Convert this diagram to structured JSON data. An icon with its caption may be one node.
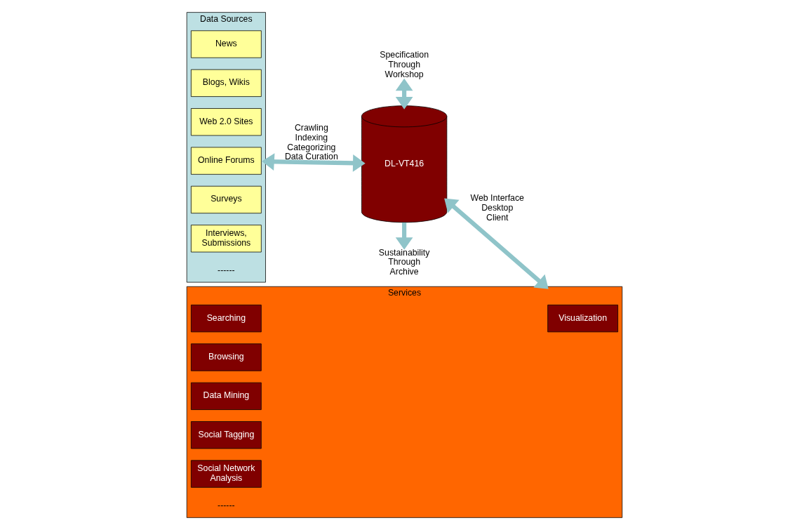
{
  "diagram": {
    "nodes": [
      {
        "text": [
          "Data Sources"
        ]
      },
      {
        "text": [
          "News"
        ],
        "in": 0
      },
      {
        "text": [
          "Blogs, Wikis"
        ],
        "in": 0
      },
      {
        "text": [
          "Web 2.0 Sites"
        ],
        "in": 0
      },
      {
        "text": [
          "Online Forums"
        ],
        "in": 0
      },
      {
        "text": [
          "Surveys"
        ],
        "in": 0
      },
      {
        "text": [
          "Interviews, Submissions"
        ],
        "in": 0
      },
      {
        "text": [
          "Services"
        ]
      },
      {
        "text": [
          "Searching"
        ],
        "in": 7
      },
      {
        "text": [
          "Browsing"
        ],
        "in": 7
      },
      {
        "text": [
          "Data Mining"
        ],
        "in": 7
      },
      {
        "text": [
          "Visualization"
        ],
        "in": 7
      },
      {
        "text": [
          "Social Tagging"
        ],
        "in": 7
      },
      {
        "text": [
          "Social Network Analysis"
        ],
        "in": 7
      },
      {
        "text": [
          "DL-VT416"
        ]
      },
      {
        "text": [
          "Specification Through Workshop"
        ]
      },
      {
        "text": [
          "Sustainability Through Archive"
        ]
      }
    ],
    "edges": [
      {
        "from": 0,
        "to": 14,
        "arrow": "both",
        "label": "Crawling Indexing Categorizing Data Curation"
      },
      {
        "from": 14,
        "to": 7,
        "arrow": "both",
        "label": "Web Interface Desktop Client"
      },
      {
        "from": 15,
        "to": 14,
        "arrow": "both"
      },
      {
        "from": 14,
        "to": 16,
        "arrow": "to"
      }
    ],
    "labels": [
      "------",
      "------"
    ]
  }
}
